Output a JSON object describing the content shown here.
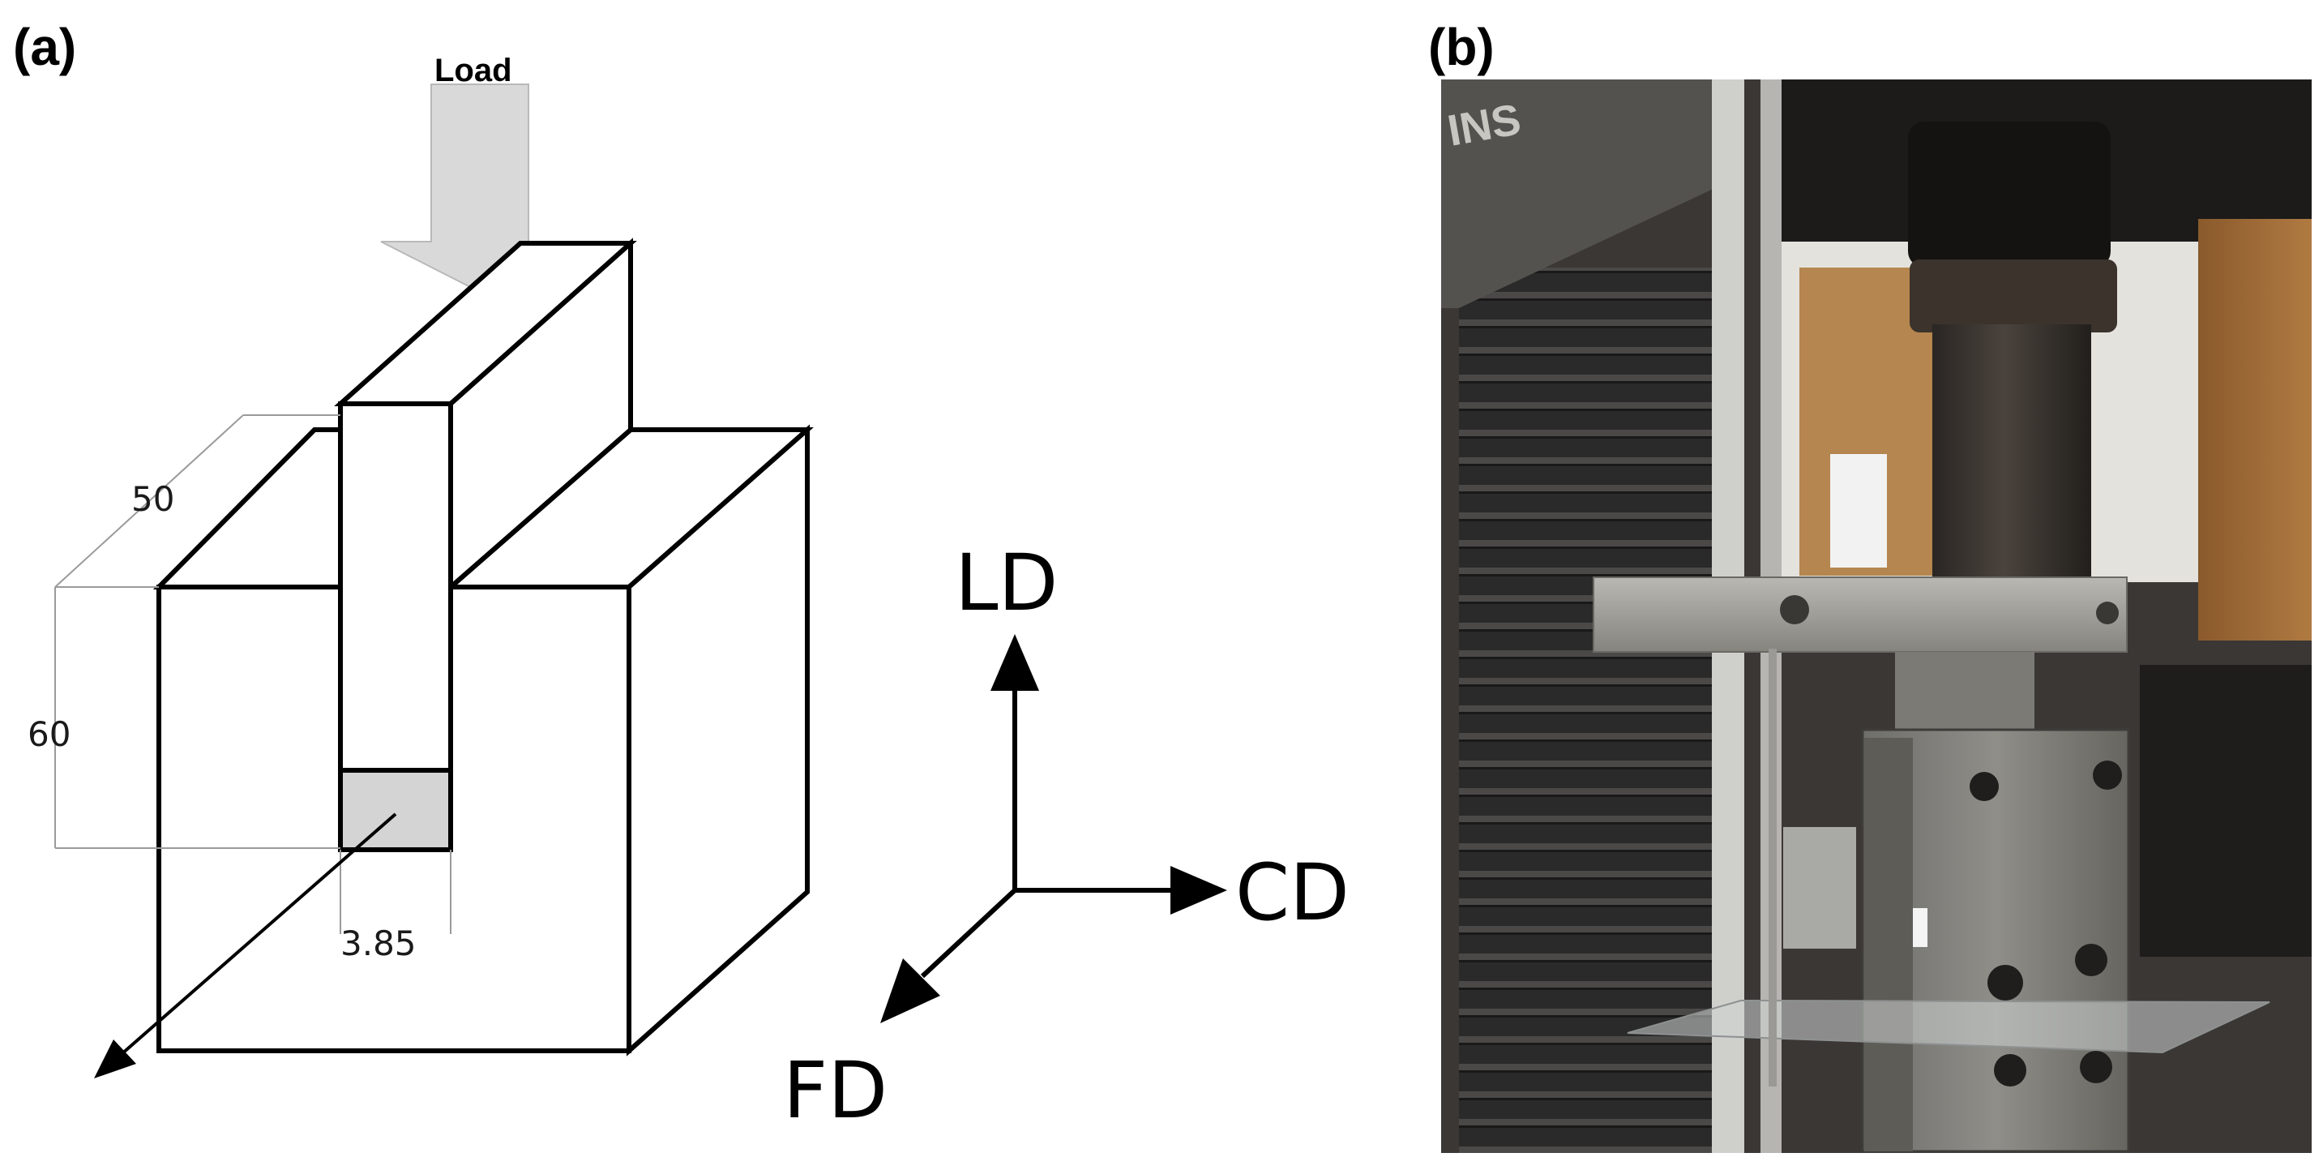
{
  "panels": {
    "a": {
      "label": "(a)"
    },
    "b": {
      "label": "(b)"
    }
  },
  "load": {
    "label": "Load"
  },
  "dimensions": {
    "depth": "50",
    "height": "60",
    "width": "3.85"
  },
  "axes": {
    "vertical": "LD",
    "horizontal": "CD",
    "diagonal": "FD"
  },
  "photo": {
    "brand_fragment": "INS"
  },
  "colors": {
    "outline": "#000000",
    "load_arrow_fill": "#d9d9d9",
    "specimen_section_fill": "#d4d4d4",
    "dimension_line": "#9a9a9a"
  }
}
